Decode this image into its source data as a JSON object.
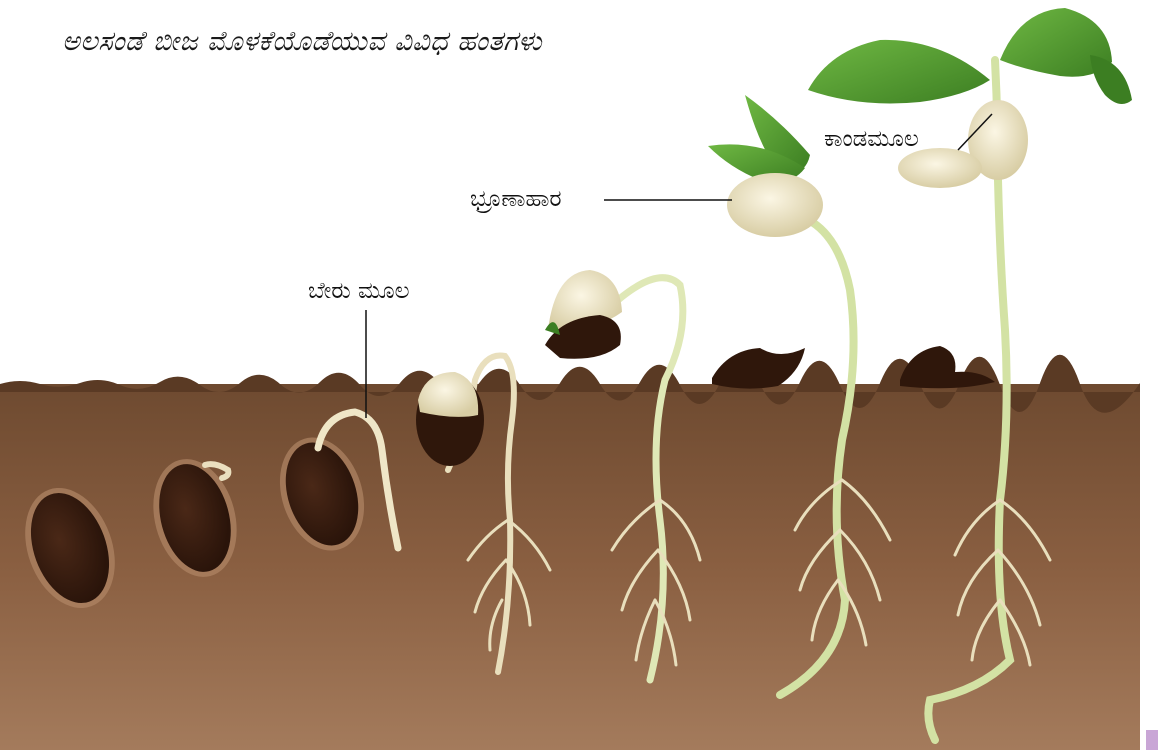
{
  "title": "ಅಲಸಂಡೆ ಬೀಜ ಮೊಳಕೆಯೊಡೆಯುವ ವಿವಿಧ ಹಂತಗಳು",
  "labels": {
    "radicle": "ಬೇರು ಮೂಲ",
    "cotyledon": "ಭ್ರೂಣಾಹಾರ",
    "plumule": "ಕಾಂಡಮೂಲ"
  },
  "colors": {
    "sky": "#ffffff",
    "soil_top": "#7a5236",
    "soil_bottom": "#a4795a",
    "seed": "#3b1f12",
    "root": "#f1ead0",
    "cotyledon": "#efe7c6",
    "leaf": "#4f9a2e",
    "stem": "#cfe0a4"
  },
  "stages": [
    "seed-stage-1",
    "seed-stage-2",
    "seed-stage-3",
    "seed-stage-4",
    "seed-stage-5",
    "seed-stage-6",
    "seed-stage-7"
  ]
}
